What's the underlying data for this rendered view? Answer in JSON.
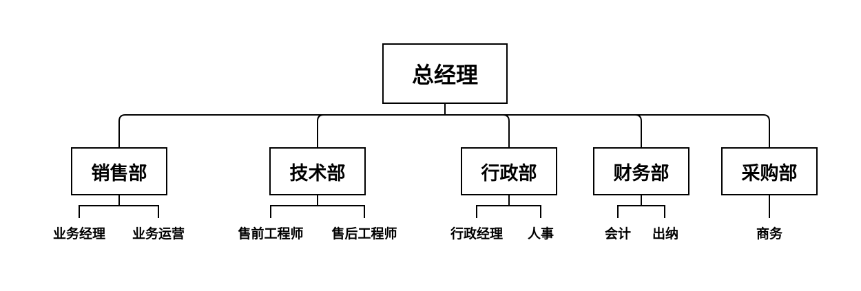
{
  "root": {
    "label": "总经理"
  },
  "departments": [
    {
      "label": "销售部",
      "roles": [
        "业务经理",
        "业务运营"
      ]
    },
    {
      "label": "技术部",
      "roles": [
        "售前工程师",
        "售后工程师"
      ]
    },
    {
      "label": "行政部",
      "roles": [
        "行政经理",
        "人事"
      ]
    },
    {
      "label": "财务部",
      "roles": [
        "会计",
        "出纳"
      ]
    },
    {
      "label": "采购部",
      "roles": [
        "商务"
      ]
    }
  ],
  "colors": {
    "line": "#000000",
    "box_border": "#000000",
    "text": "#000000"
  }
}
